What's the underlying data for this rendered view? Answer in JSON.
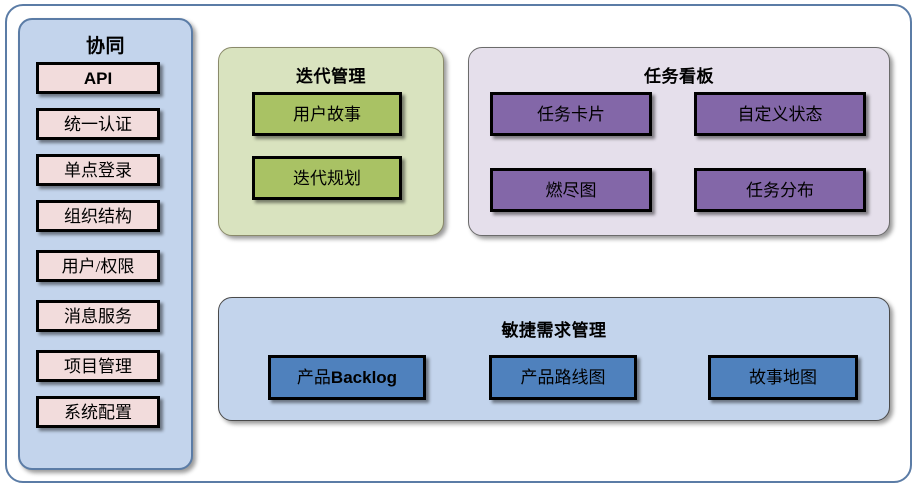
{
  "diagram": {
    "type": "architecture-block-diagram",
    "background_color": "#ffffff",
    "outer_frame_color": "#5b7ca6"
  },
  "sidebar": {
    "title": "协同",
    "panel_color": "#c3d4ec",
    "item_color": "#f2dcdc",
    "items": [
      {
        "label": "API",
        "style": "sans-bold"
      },
      {
        "label": "统一认证",
        "style": "serif"
      },
      {
        "label": "单点登录",
        "style": "serif"
      },
      {
        "label": "组织结构",
        "style": "serif"
      },
      {
        "label": "用户/权限",
        "style": "serif"
      },
      {
        "label": "消息服务",
        "style": "serif"
      },
      {
        "label": "项目管理",
        "style": "serif"
      },
      {
        "label": "系统配置",
        "style": "serif"
      }
    ]
  },
  "iteration_panel": {
    "title": "迭代管理",
    "panel_color": "#d9e3bf",
    "item_color": "#a9c264",
    "items": [
      {
        "label": "用户故事"
      },
      {
        "label": "迭代规划"
      }
    ]
  },
  "taskboard_panel": {
    "title": "任务看板",
    "panel_color": "#e5dfeb",
    "item_color": "#8367a8",
    "items": [
      {
        "label": "任务卡片"
      },
      {
        "label": "自定义状态"
      },
      {
        "label": "燃尽图"
      },
      {
        "label": "任务分布"
      }
    ]
  },
  "agile_panel": {
    "title": "敏捷需求管理",
    "panel_color": "#c3d4ec",
    "item_color": "#4f81bd",
    "items": [
      {
        "label_prefix": "产品",
        "label_suffix": "Backlog"
      },
      {
        "label": "产品路线图"
      },
      {
        "label": "故事地图"
      }
    ]
  }
}
